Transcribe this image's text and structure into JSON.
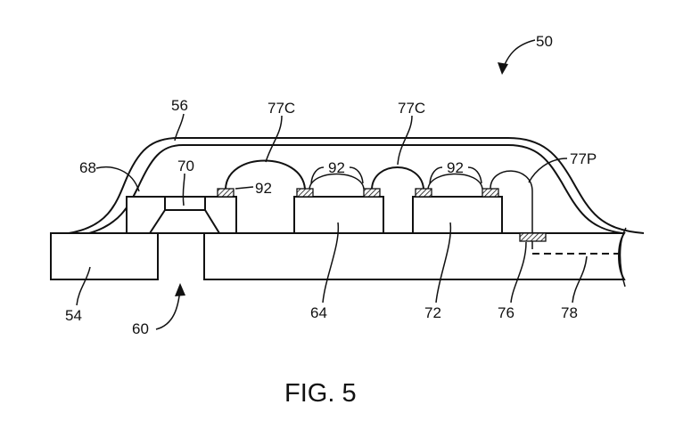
{
  "figure": {
    "caption": "FIG. 5",
    "labels": {
      "assembly": "50",
      "substrate_left": "54",
      "lid": "56",
      "port": "60",
      "die_center": "64",
      "mems_die": "68",
      "diaphragm": "70",
      "die_right": "72",
      "substrate_pad": "76",
      "trace": "78",
      "wire_chip_left": "77C",
      "wire_chip_right": "77C",
      "wire_pad": "77P",
      "bond_pad_a": "92",
      "bond_pad_b": "92",
      "bond_pad_c": "92"
    }
  }
}
